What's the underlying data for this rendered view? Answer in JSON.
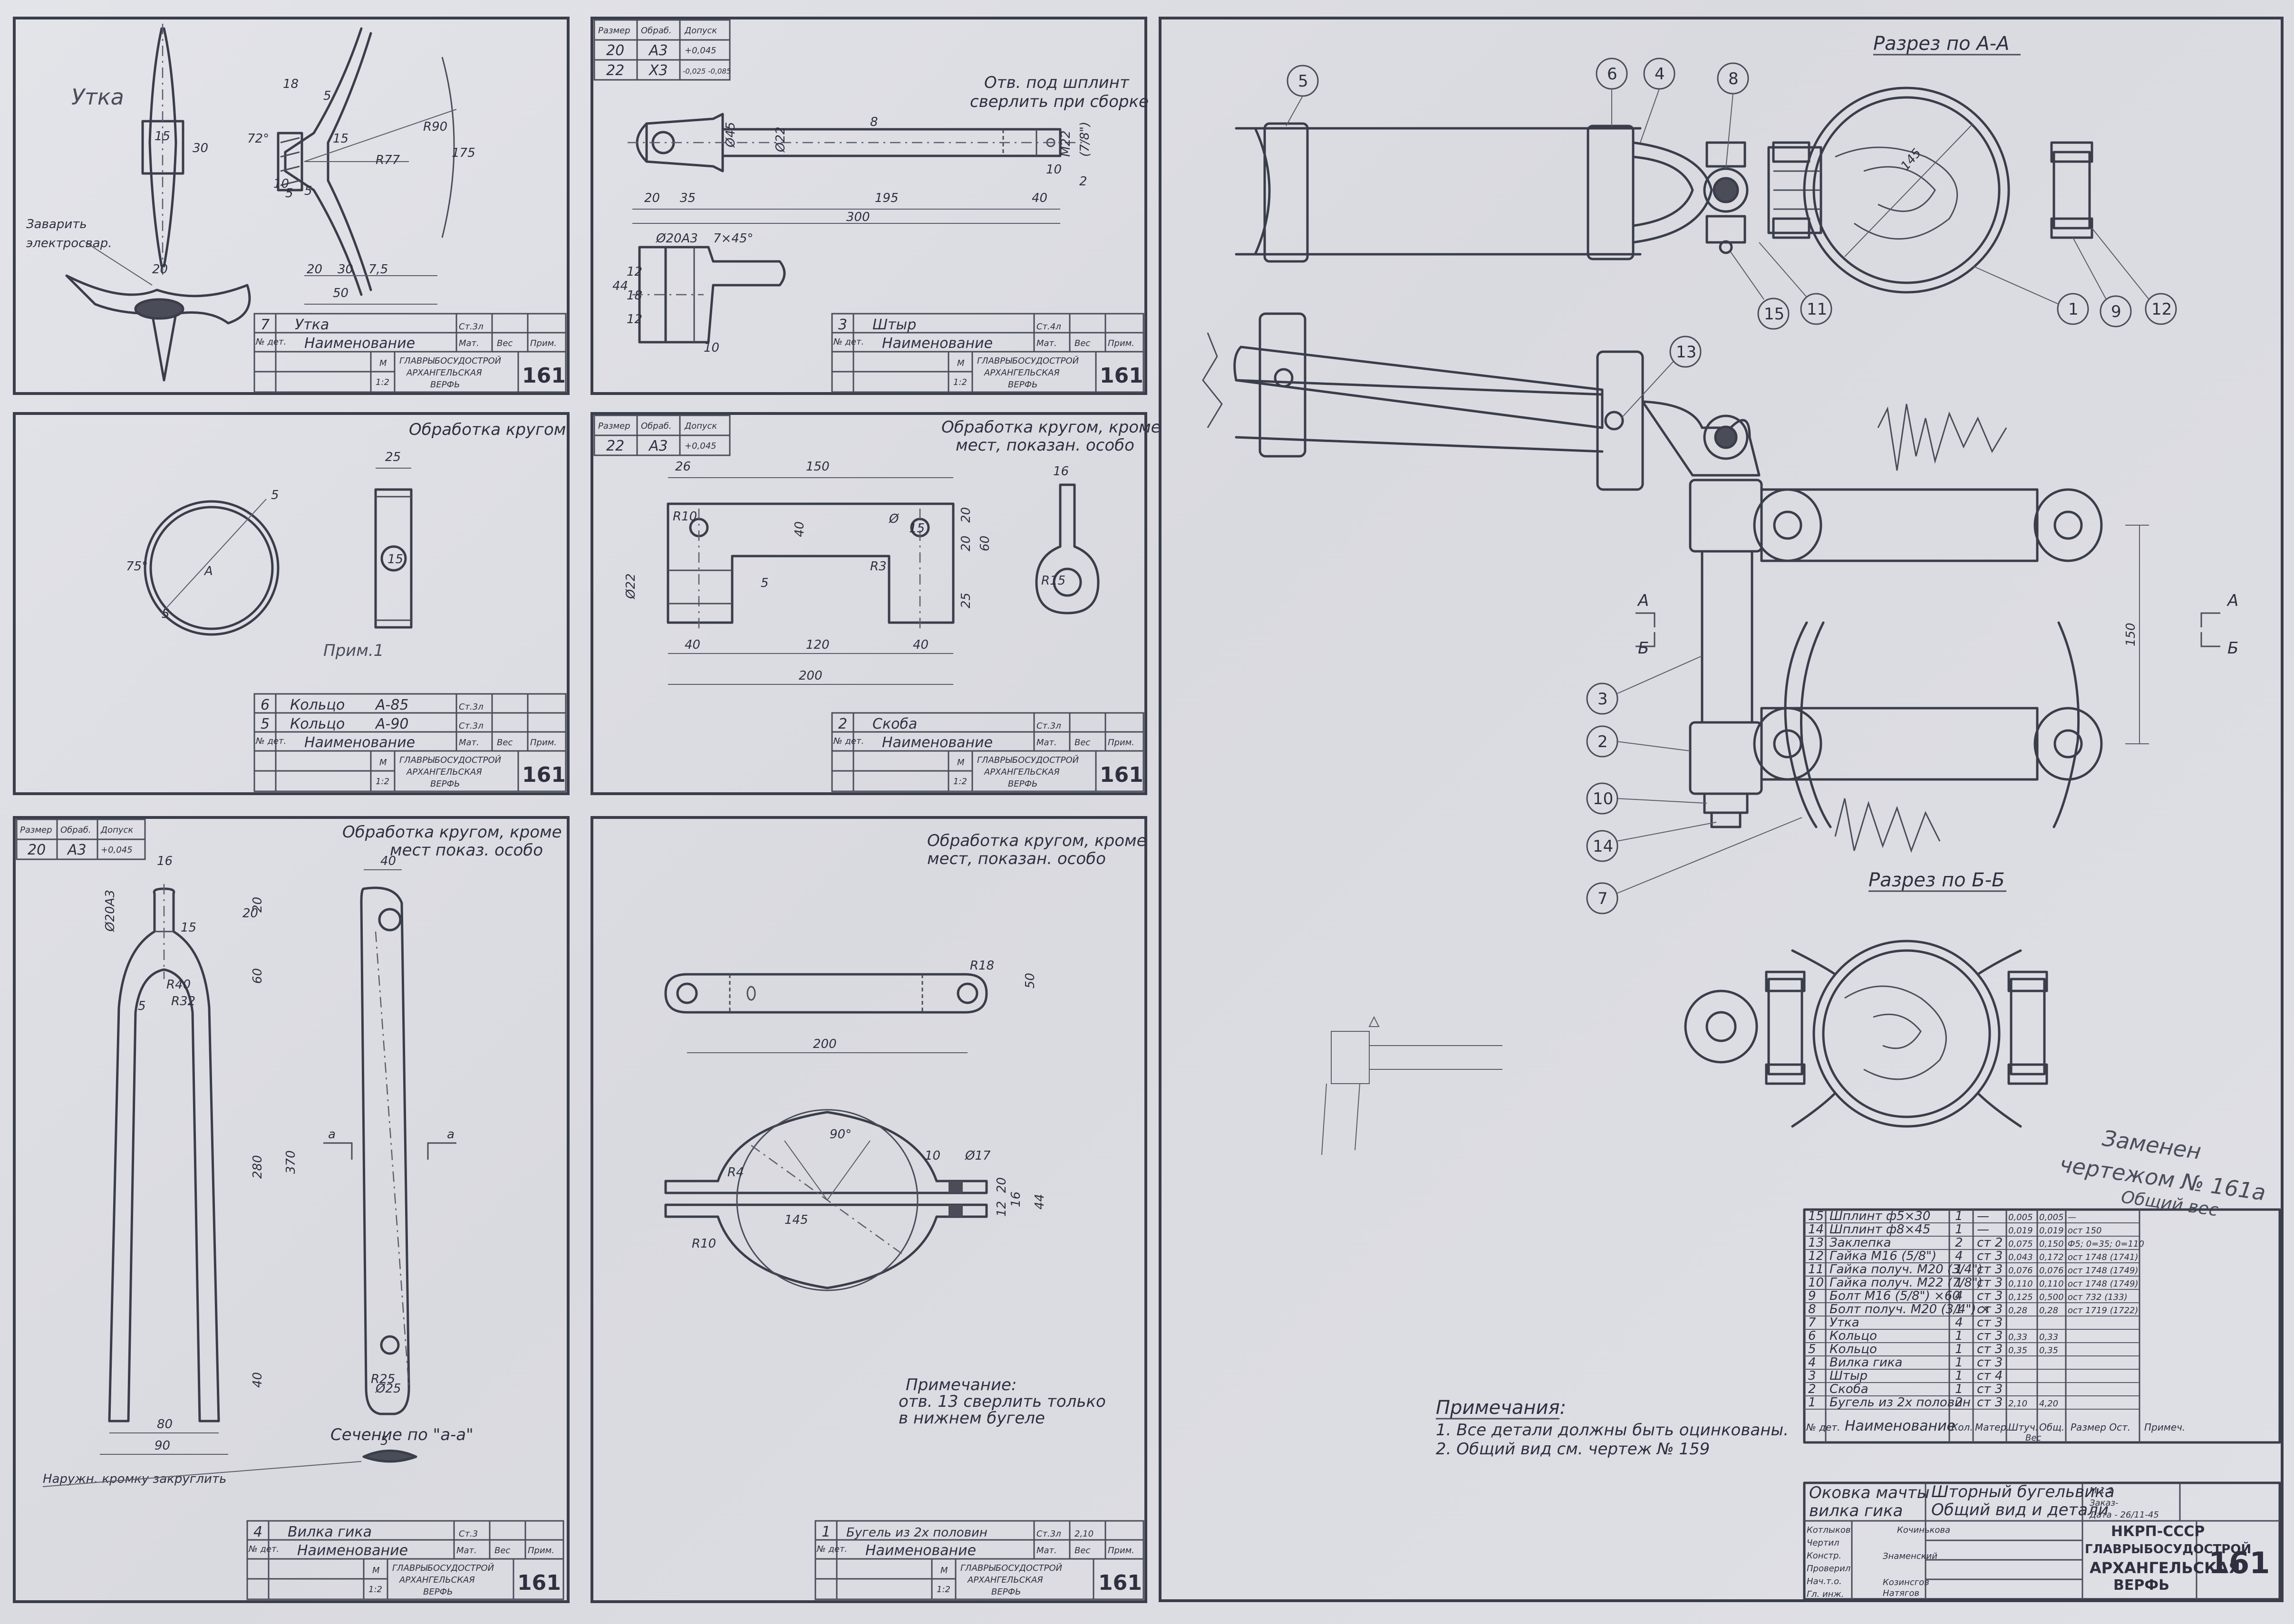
{
  "sheet": {
    "number": "161",
    "org_line1": "НКРП-СССР",
    "org_line2": "ГЛАВРЫБОСУДОСТРОЙ",
    "org_line3": "АРХАНГЕЛЬСКАЯ",
    "org_line4": "ВЕРФЬ",
    "vessel": "Оковка мачты",
    "vessel2": "вилка гика",
    "title1": "Шторный бугельвика",
    "title2": "Общий вид и детали",
    "scale": "М 1:2",
    "order": "Заказ-",
    "date": "Дата - 26/11-45",
    "staff_roles": [
      "Котлыков",
      "Чертил",
      "Констр.",
      "Проверил",
      "Нач.т.о.",
      "Гл. инж."
    ],
    "staff_names": [
      "Кочинькова",
      "Знаменский",
      "Козинсгов",
      "Натягов"
    ]
  },
  "small_tb": {
    "col_name": "Наименование",
    "col_mat": "Мат.",
    "col_weight": "Вес",
    "col_note": "Прим.",
    "col_num": "№ дет.",
    "org": "ГЛАВРЫБОСУДОСТРОЙ",
    "org2": "АРХАНГЕЛЬСКАЯ",
    "org3": "ВЕРФЬ",
    "scale": "1:2",
    "m": "М",
    "num": "161"
  },
  "panels": {
    "p7": {
      "title": "Утка",
      "num": "7",
      "mat": "Ст.3л",
      "note1": "Заварить",
      "note2": "электросвар.",
      "hand": "Утка",
      "dims": [
        "18",
        "5",
        "15",
        "30",
        "5",
        "R90",
        "15",
        "R77",
        "175",
        "10",
        "5",
        "20",
        "20",
        "30",
        "7,5",
        "50",
        "72°",
        "20"
      ]
    },
    "p3": {
      "title": "Штыр",
      "num": "3",
      "mat": "Ст.4л",
      "tol_head": [
        "Размер",
        "Обраб.",
        "Допуск"
      ],
      "tol_rows": [
        [
          "20",
          "А3",
          "+0,045"
        ],
        [
          "22",
          "Х3",
          "-0,025 -0,085"
        ]
      ],
      "note1": "Отв. под шплинт",
      "note2": "сверлить при сборке",
      "dims": [
        "Ø45",
        "Ø22",
        "М22",
        "(7/8\")",
        "20",
        "35",
        "195",
        "40",
        "10",
        "300",
        "2",
        "Ø20А3",
        "7×45°",
        "44",
        "12",
        "18",
        "12",
        "10",
        "8"
      ]
    },
    "p56": {
      "note": "Обработка кругом",
      "hand": "Прим.1",
      "rows": [
        [
          "6",
          "Кольцо",
          "А-85",
          "Ст.3л"
        ],
        [
          "5",
          "Кольцо",
          "А-90",
          "Ст.3л"
        ]
      ],
      "dims": [
        "25",
        "75°",
        "А",
        "5",
        "5",
        "15"
      ]
    },
    "p2": {
      "title": "Скоба",
      "num": "2",
      "mat": "Ст.3л",
      "tol_head": [
        "Размер",
        "Обраб.",
        "Допуск"
      ],
      "tol_rows": [
        [
          "22",
          "А3",
          "+0,045"
        ]
      ],
      "note1": "Обработка кругом, кроме",
      "note2": "мест, показан. особо",
      "dims": [
        "26",
        "150",
        "16",
        "R10",
        "40",
        "20",
        "20",
        "60",
        "25",
        "Ø22",
        "5",
        "40",
        "120",
        "40",
        "200",
        "R3",
        "Ø",
        "15",
        "R15"
      ]
    },
    "p4": {
      "title": "Вилка гика",
      "num": "4",
      "mat": "Ст.3",
      "tol_head": [
        "Размер",
        "Обраб.",
        "Допуск"
      ],
      "tol_rows": [
        [
          "20",
          "А3",
          "+0,045"
        ]
      ],
      "note1": "Обработка кругом, кроме",
      "note2": "мест показ. особо",
      "section": "Сечение по \"а-а\"",
      "bottom_note": "Наружн. кромку закруглить",
      "dims": [
        "16",
        "40",
        "Ø20А3",
        "20",
        "60",
        "R40",
        "R32",
        "5",
        "370",
        "280",
        "40",
        "80",
        "90",
        "а",
        "а",
        "R25",
        "Ø25",
        "5",
        "15",
        "20"
      ]
    },
    "p1": {
      "title": "Бугель из 2х половин",
      "num": "1",
      "mat": "Ст.3л",
      "weight": "2,10",
      "note1": "Обработка кругом, кроме",
      "note2": "мест, показан. особо",
      "rem_title": "Примечание:",
      "rem1": "отв. 13 сверлить только",
      "rem2": "в нижнем бугеле",
      "dims": [
        "R18",
        "50",
        "200",
        "90°",
        "10",
        "Ø17",
        "145",
        "12",
        "20",
        "16",
        "44",
        "R10",
        "R4"
      ]
    }
  },
  "main": {
    "section_aa": "Разрез по А-А",
    "section_bb": "Разрез по Б-Б",
    "dims": [
      "145",
      "150"
    ],
    "cut_marks": [
      "А",
      "Б",
      "А",
      "Б"
    ],
    "bubbles": [
      "5",
      "6",
      "4",
      "8",
      "1",
      "9",
      "12",
      "15",
      "11",
      "13",
      "3",
      "2",
      "10",
      "14",
      "7"
    ],
    "hand_note1": "Заменен",
    "hand_note2": "чертежом № 161а",
    "hand_note3": "Общий вес",
    "notes_title": "Примечания:",
    "note1": "1. Все детали должны быть оцинкованы.",
    "note2": "2. Общий вид см. чертеж № 159"
  },
  "spec": {
    "head": [
      "№ дет.",
      "Наименование",
      "Кол.",
      "Матер.",
      "Штуч.",
      "Общ.",
      "Размер Ост.",
      "Примеч."
    ],
    "weight_head": "Вес",
    "rows": [
      [
        "15",
        "Шплинт ф5×30",
        "1",
        "—",
        "0,005",
        "0,005",
        "—"
      ],
      [
        "14",
        "Шплинт ф8×45",
        "1",
        "—",
        "0,019",
        "0,019",
        "ост 150"
      ],
      [
        "13",
        "Заклепка",
        "2",
        "ст 2",
        "0,075",
        "0,150",
        "Ф5; 0=35; 0=110"
      ],
      [
        "12",
        "Гайка М16 (5/8\")",
        "4",
        "ст 3",
        "0,043",
        "0,172",
        "ост 1748 (1741)"
      ],
      [
        "11",
        "Гайка получ. М20 (3/4\")",
        "1",
        "ст 3",
        "0,076",
        "0,076",
        "ост 1748 (1749)"
      ],
      [
        "10",
        "Гайка получ. М22 (7/8\")",
        "1",
        "ст 3",
        "0,110",
        "0,110",
        "ост 1748 (1749)"
      ],
      [
        "9",
        "Болт М16 (5/8\") ×60",
        "4",
        "ст 3",
        "0,125",
        "0,500",
        "ост 732 (133)"
      ],
      [
        "8",
        "Болт получ. М20 (3/4\") ×",
        "1",
        "ст 3",
        "0,28",
        "0,28",
        "ост 1719 (1722)"
      ],
      [
        "7",
        "Утка",
        "4",
        "ст 3",
        "",
        "",
        ""
      ],
      [
        "6",
        "Кольцо",
        "1",
        "ст 3",
        "0,33",
        "0,33",
        ""
      ],
      [
        "5",
        "Кольцо",
        "1",
        "ст 3",
        "0,35",
        "0,35",
        ""
      ],
      [
        "4",
        "Вилка гика",
        "1",
        "ст 3",
        "",
        "",
        ""
      ],
      [
        "3",
        "Штыр",
        "1",
        "ст 4",
        "",
        "",
        ""
      ],
      [
        "2",
        "Скоба",
        "1",
        "ст 3",
        "",
        "",
        ""
      ],
      [
        "1",
        "Бугель из 2х половин",
        "2",
        "ст 3",
        "2,10",
        "4,20",
        ""
      ]
    ]
  }
}
